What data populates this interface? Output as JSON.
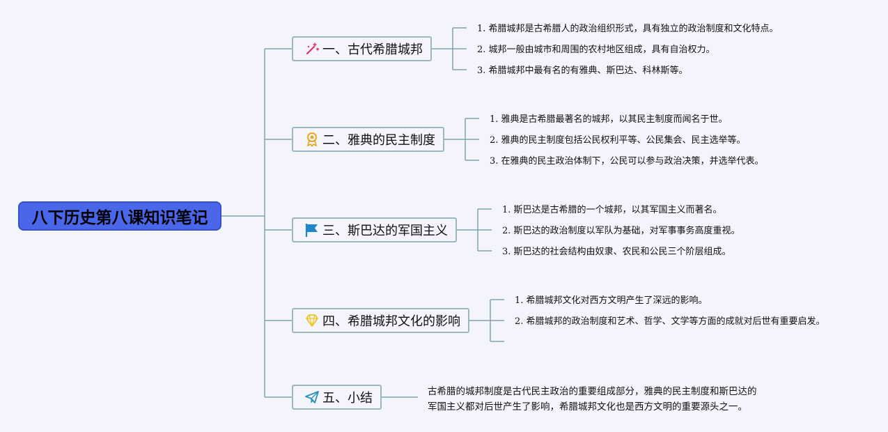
{
  "root": {
    "title": "八下历史第八课知识笔记"
  },
  "branches": [
    {
      "title": "一、古代希腊城邦",
      "icon": "magic-wand-icon",
      "items": [
        "1. 希腊城邦是古希腊人的政治组织形式，具有独立的政治制度和文化特点。",
        "2. 城邦一般由城市和周围的农村地区组成，具有自治权力。",
        "3. 希腊城邦中最有名的有雅典、斯巴达、科林斯等。"
      ]
    },
    {
      "title": "二、雅典的民主制度",
      "icon": "award-medal-icon",
      "items": [
        "1. 雅典是古希腊最著名的城邦，以其民主制度而闻名于世。",
        "2. 雅典的民主制度包括公民权利平等、公民集会、民主选举等。",
        "3. 在雅典的民主政治体制下，公民可以参与政治决策，并选举代表。"
      ]
    },
    {
      "title": "三、斯巴达的军国主义",
      "icon": "flag-icon",
      "items": [
        "1. 斯巴达是古希腊的一个城邦，以其军国主义而著名。",
        "2. 斯巴达的政治制度以军队为基础，对军事事务高度重视。",
        "3. 斯巴达的社会结构由奴隶、农民和公民三个阶层组成。"
      ]
    },
    {
      "title": "四、希腊城邦文化的影响",
      "icon": "diamond-icon",
      "items": [
        "1. 希腊城邦文化对西方文明产生了深远的影响。",
        "2. 希腊城邦的政治制度和艺术、哲学、文学等方面的成就对后世有重要启发。"
      ]
    },
    {
      "title": "五、小结",
      "icon": "paper-plane-icon",
      "summary": [
        "古希腊的城邦制度是古代民主政治的重要组成部分，雅典的民主制度和斯巴达的",
        "军国主义都对后世产生了影响，希腊城邦文化也是西方文明的重要源头之一。"
      ]
    }
  ],
  "colors": {
    "root": "#4a67ea",
    "connector": "#7fa3ad",
    "node_border": "#9ab7bf",
    "background": "#f3f4fc"
  }
}
